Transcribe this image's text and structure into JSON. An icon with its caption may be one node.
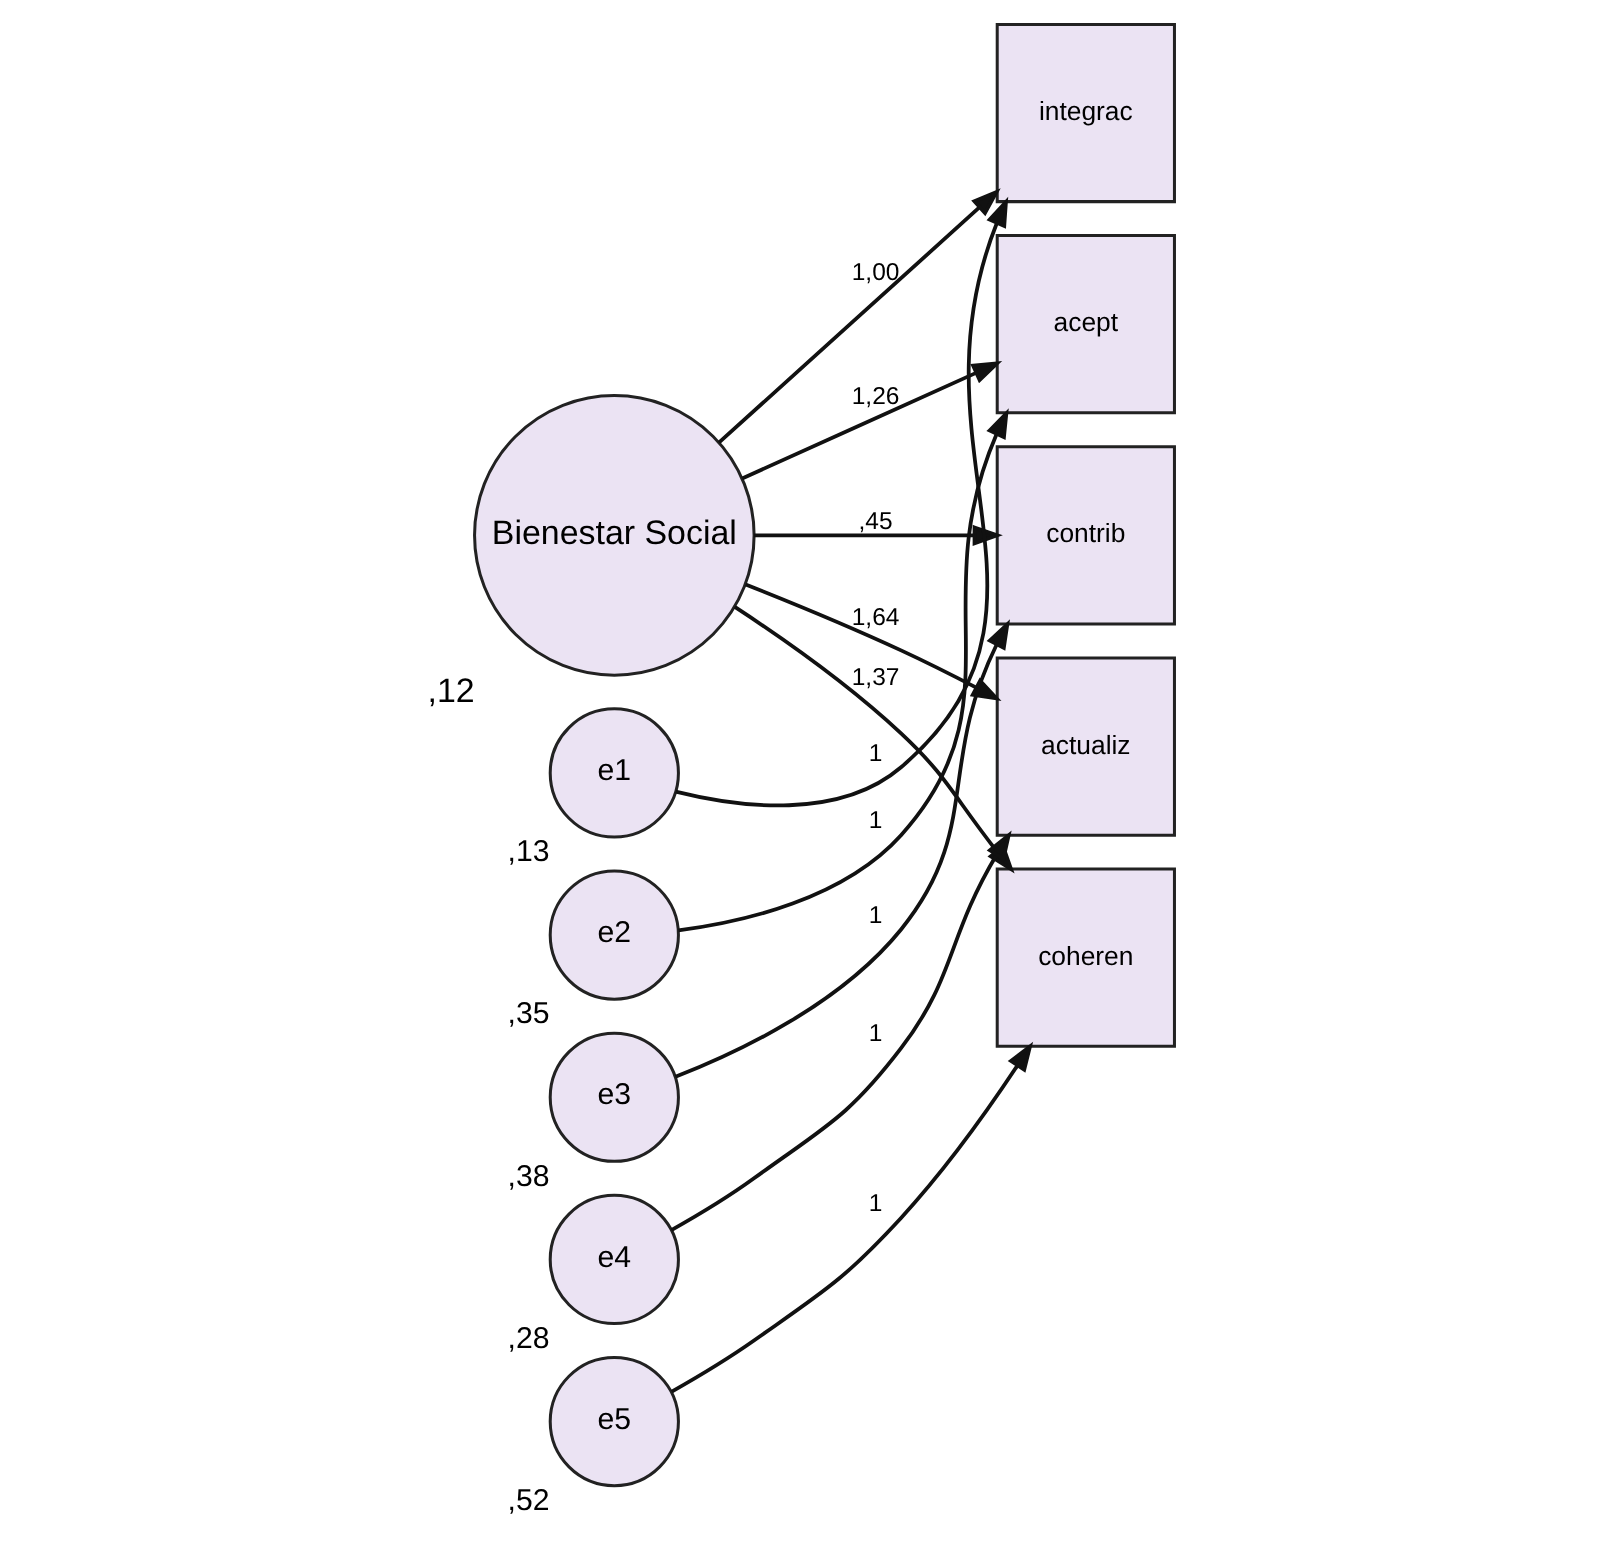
{
  "diagram": {
    "nodes": [
      {
        "text": [
          "Bienestar Social"
        ],
        "beside": [
          ",12"
        ]
      },
      {
        "text": [
          "integrac"
        ]
      },
      {
        "text": [
          "acept"
        ]
      },
      {
        "text": [
          "contrib"
        ]
      },
      {
        "text": [
          "actualiz"
        ]
      },
      {
        "text": [
          "coheren"
        ]
      },
      {
        "text": [
          "e1"
        ],
        "beside": [
          ",13"
        ]
      },
      {
        "text": [
          "e2"
        ],
        "beside": [
          ",35"
        ]
      },
      {
        "text": [
          "e3"
        ],
        "beside": [
          ",38"
        ]
      },
      {
        "text": [
          "e4"
        ],
        "beside": [
          ",28"
        ]
      },
      {
        "text": [
          "e5"
        ],
        "beside": [
          ",52"
        ]
      }
    ],
    "edges": [
      {
        "from": 0,
        "to": 1,
        "arrow": "to",
        "label": "1,00"
      },
      {
        "from": 0,
        "to": 2,
        "arrow": "to",
        "label": "1,26"
      },
      {
        "from": 0,
        "to": 3,
        "arrow": "to",
        "label": ",45"
      },
      {
        "from": 0,
        "to": 4,
        "arrow": "to",
        "label": "1,64"
      },
      {
        "from": 0,
        "to": 5,
        "arrow": "to",
        "label": "1,37"
      },
      {
        "from": 6,
        "to": 1,
        "arrow": "to",
        "label": "1"
      },
      {
        "from": 7,
        "to": 2,
        "arrow": "to",
        "label": "1"
      },
      {
        "from": 8,
        "to": 3,
        "arrow": "to",
        "label": "1"
      },
      {
        "from": 9,
        "to": 4,
        "arrow": "to",
        "label": "1"
      },
      {
        "from": 10,
        "to": 5,
        "arrow": "to",
        "label": "1"
      }
    ]
  }
}
